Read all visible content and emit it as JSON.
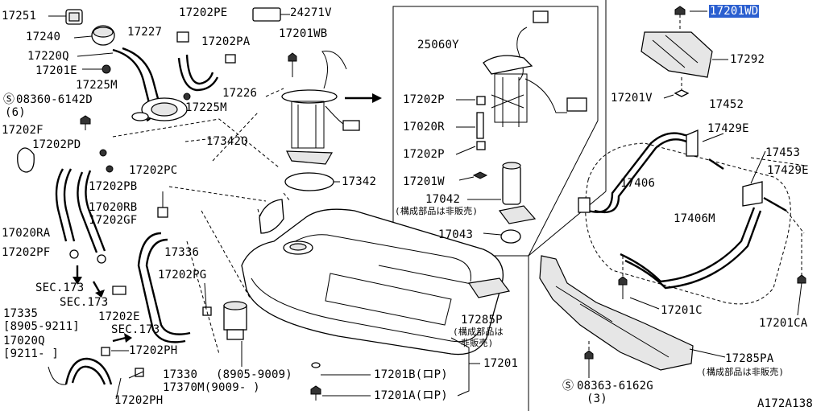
{
  "diagram": {
    "labels": [
      {
        "id": "17251",
        "text": "17251"
      },
      {
        "id": "17240",
        "text": "17240"
      },
      {
        "id": "17220Q",
        "text": "17220Q"
      },
      {
        "id": "17201E",
        "text": "17201E"
      },
      {
        "id": "17225M-a",
        "text": "17225M"
      },
      {
        "id": "08360",
        "text": "08360-6142D"
      },
      {
        "id": "08360-qty",
        "text": "(6)"
      },
      {
        "id": "17202F",
        "text": "17202F"
      },
      {
        "id": "17202PD",
        "text": "17202PD"
      },
      {
        "id": "17202PB",
        "text": "17202PB"
      },
      {
        "id": "17020RA",
        "text": "17020RA"
      },
      {
        "id": "17020RB",
        "text": "17020RB"
      },
      {
        "id": "17202GF",
        "text": "17202GF"
      },
      {
        "id": "17202PF",
        "text": "17202PF"
      },
      {
        "id": "sec173-a",
        "text": "SEC.173"
      },
      {
        "id": "sec173-b",
        "text": "SEC.173"
      },
      {
        "id": "17335",
        "text": "17335"
      },
      {
        "id": "17335-range",
        "text": "[8905-9211]"
      },
      {
        "id": "17020Q",
        "text": "17020Q"
      },
      {
        "id": "17020Q-range",
        "text": "[9211-    ]"
      },
      {
        "id": "17202E",
        "text": "17202E"
      },
      {
        "id": "sec173-c",
        "text": "SEC.173"
      },
      {
        "id": "17202PH-a",
        "text": "17202PH"
      },
      {
        "id": "17202PH-b",
        "text": "17202PH"
      },
      {
        "id": "17202PE",
        "text": "17202PE"
      },
      {
        "id": "24271V",
        "text": "24271V"
      },
      {
        "id": "17227",
        "text": "17227"
      },
      {
        "id": "17202PA",
        "text": "17202PA"
      },
      {
        "id": "17226",
        "text": "17226"
      },
      {
        "id": "17225M-b",
        "text": "17225M"
      },
      {
        "id": "17342Q",
        "text": "17342Q"
      },
      {
        "id": "17202PC",
        "text": "17202PC"
      },
      {
        "id": "17336",
        "text": "17336"
      },
      {
        "id": "17202PG",
        "text": "17202PG"
      },
      {
        "id": "17330",
        "text": "17330"
      },
      {
        "id": "17330-range",
        "text": "(8905-9009)"
      },
      {
        "id": "17370M",
        "text": "17370M(9009-   )"
      },
      {
        "id": "17201WB",
        "text": "17201WB"
      },
      {
        "id": "17342",
        "text": "17342"
      },
      {
        "id": "17201B",
        "text": "17201B(ロP)"
      },
      {
        "id": "17201A",
        "text": "17201A(ロP)"
      },
      {
        "id": "17201",
        "text": "17201"
      },
      {
        "id": "17285P",
        "text": "17285P"
      },
      {
        "id": "17285P-note1",
        "text": "(構成部品は"
      },
      {
        "id": "17285P-note2",
        "text": "非販売)"
      },
      {
        "id": "25060Y",
        "text": "25060Y"
      },
      {
        "id": "17202P-a",
        "text": "17202P"
      },
      {
        "id": "17020R",
        "text": "17020R"
      },
      {
        "id": "17202P-b",
        "text": "17202P"
      },
      {
        "id": "17201W",
        "text": "17201W"
      },
      {
        "id": "17042",
        "text": "17042"
      },
      {
        "id": "17042-note",
        "text": "(構成部品は非販売)"
      },
      {
        "id": "17043",
        "text": "17043"
      },
      {
        "id": "17201WD",
        "text": "17201WD"
      },
      {
        "id": "17292",
        "text": "17292"
      },
      {
        "id": "17201V",
        "text": "17201V"
      },
      {
        "id": "17452",
        "text": "17452"
      },
      {
        "id": "17429E-a",
        "text": "17429E"
      },
      {
        "id": "17453",
        "text": "17453"
      },
      {
        "id": "17429E-b",
        "text": "17429E"
      },
      {
        "id": "17406",
        "text": "17406"
      },
      {
        "id": "17406M",
        "text": "17406M"
      },
      {
        "id": "17201C",
        "text": "17201C"
      },
      {
        "id": "17201CA",
        "text": "17201CA"
      },
      {
        "id": "17285PA",
        "text": "17285PA"
      },
      {
        "id": "17285PA-note",
        "text": "(構成部品は非販売)"
      },
      {
        "id": "08363",
        "text": "08363-6162G"
      },
      {
        "id": "08363-qty",
        "text": "(3)"
      },
      {
        "id": "figure-id",
        "text": "A172A138"
      }
    ],
    "symbols": {
      "screw_mark": "S"
    },
    "colors": {
      "highlight": "#2b5fd0",
      "ink": "#000000",
      "paper": "#ffffff"
    }
  }
}
